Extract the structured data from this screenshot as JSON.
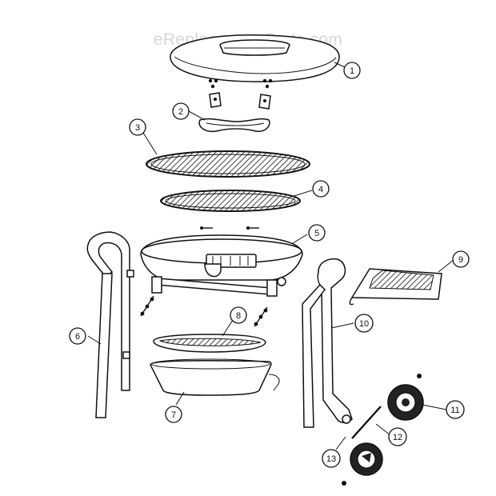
{
  "watermark": "eReplacementParts.com",
  "callouts": [
    {
      "number": "1"
    },
    {
      "number": "2"
    },
    {
      "number": "3"
    },
    {
      "number": "4"
    },
    {
      "number": "5"
    },
    {
      "number": "6"
    },
    {
      "number": "7"
    },
    {
      "number": "8"
    },
    {
      "number": "9"
    },
    {
      "number": "10"
    },
    {
      "number": "11"
    },
    {
      "number": "12"
    },
    {
      "number": "13"
    }
  ]
}
